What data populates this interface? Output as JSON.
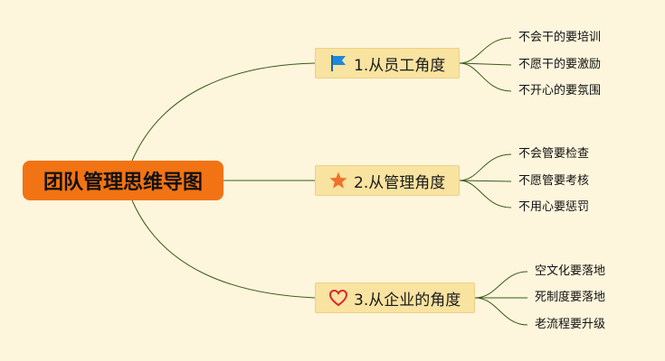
{
  "root": {
    "label": "团队管理思维导图"
  },
  "branches": [
    {
      "label": "1.从员工角度",
      "icon": "blue-flag-icon",
      "leaves": [
        "不会干的要培训",
        "不愿干的要激励",
        "不开心的要氛围"
      ]
    },
    {
      "label": "2.从管理角度",
      "icon": "orange-star-icon",
      "leaves": [
        "不会管要检查",
        "不愿管要考核",
        "不用心要惩罚"
      ]
    },
    {
      "label": "3.从企业的角度",
      "icon": "red-heart-outline-icon",
      "leaves": [
        "空文化要落地",
        "死制度要落地",
        "老流程要升级"
      ]
    }
  ],
  "colors": {
    "background": "#fdf5dc",
    "root_fill": "#f27313",
    "branch_fill": "#f9e3a0",
    "connector": "#3c5a16",
    "flag": "#1e88d8",
    "star": "#f0702a",
    "heart": "#d8282e"
  }
}
